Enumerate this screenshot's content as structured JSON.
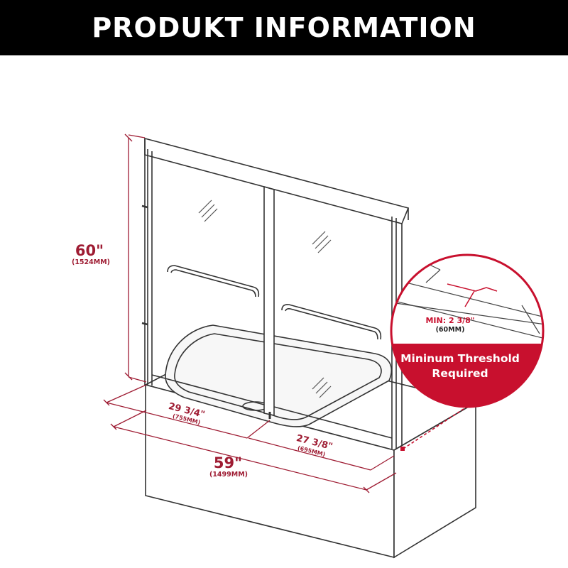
{
  "header": {
    "title": "PRODUKT INFORMATION"
  },
  "dimensions": {
    "height": {
      "value": "60\"",
      "metric": "(1524MM)"
    },
    "total_width": {
      "value": "59\"",
      "metric": "(1499MM)"
    },
    "left_panel": {
      "value": "29 3/4\"",
      "metric": "(755MM)"
    },
    "right_panel": {
      "value": "27 3/8\"",
      "metric": "(695MM)"
    }
  },
  "callout": {
    "min_label": "MIN: 2 3/8\"",
    "min_metric": "(60MM)",
    "line1": "Mininum Threshold",
    "line2": "Required"
  },
  "colors": {
    "accent": "#c8102e",
    "dimension": "#9e1b32",
    "line": "#333333",
    "banner": "#000000"
  }
}
